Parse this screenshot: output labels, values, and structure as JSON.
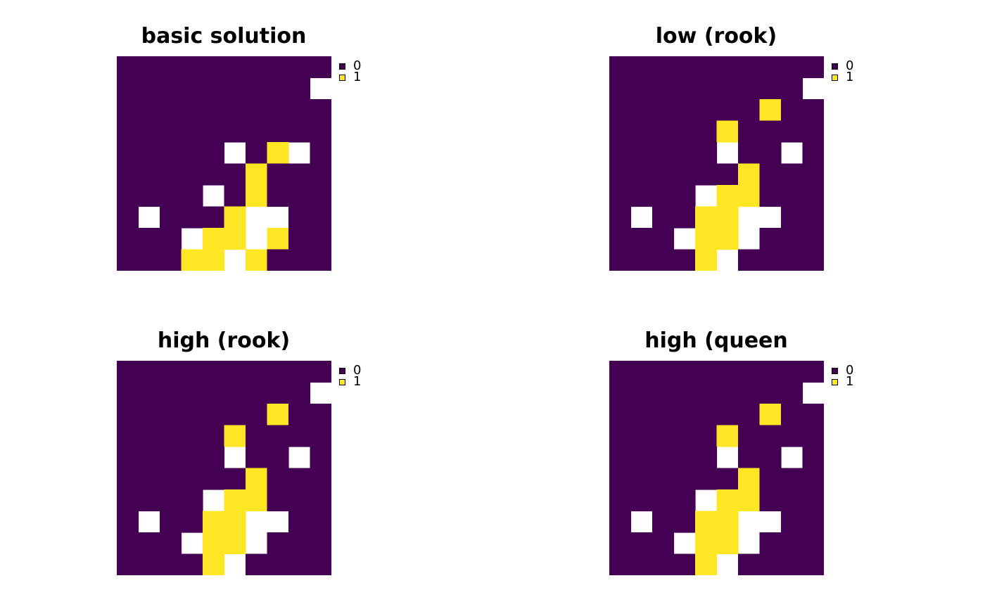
{
  "chart_data": [
    {
      "type": "heatmap",
      "title": "basic solution",
      "legend": [
        {
          "label": "0",
          "color": "#440154"
        },
        {
          "label": "1",
          "color": "#FDE725"
        }
      ],
      "values": [
        [
          0,
          0,
          0,
          0,
          0,
          0,
          0,
          0,
          0,
          0
        ],
        [
          0,
          0,
          0,
          0,
          0,
          0,
          0,
          0,
          0,
          null
        ],
        [
          0,
          0,
          0,
          0,
          0,
          0,
          0,
          0,
          0,
          0
        ],
        [
          0,
          0,
          0,
          0,
          0,
          0,
          0,
          0,
          0,
          0
        ],
        [
          0,
          0,
          0,
          0,
          0,
          null,
          0,
          1,
          null,
          0
        ],
        [
          0,
          0,
          0,
          0,
          0,
          0,
          1,
          0,
          0,
          0
        ],
        [
          0,
          0,
          0,
          0,
          null,
          0,
          1,
          0,
          0,
          0
        ],
        [
          0,
          null,
          0,
          0,
          0,
          1,
          null,
          null,
          0,
          0
        ],
        [
          0,
          0,
          0,
          null,
          1,
          1,
          null,
          1,
          0,
          0
        ],
        [
          0,
          0,
          0,
          1,
          1,
          null,
          1,
          0,
          0,
          0
        ]
      ]
    },
    {
      "type": "heatmap",
      "title": "low (rook)",
      "legend": [
        {
          "label": "0",
          "color": "#440154"
        },
        {
          "label": "1",
          "color": "#FDE725"
        }
      ],
      "values": [
        [
          0,
          0,
          0,
          0,
          0,
          0,
          0,
          0,
          0,
          0
        ],
        [
          0,
          0,
          0,
          0,
          0,
          0,
          0,
          0,
          0,
          null
        ],
        [
          0,
          0,
          0,
          0,
          0,
          0,
          0,
          1,
          0,
          0
        ],
        [
          0,
          0,
          0,
          0,
          0,
          1,
          0,
          0,
          0,
          0
        ],
        [
          0,
          0,
          0,
          0,
          0,
          null,
          0,
          0,
          null,
          0
        ],
        [
          0,
          0,
          0,
          0,
          0,
          0,
          1,
          0,
          0,
          0
        ],
        [
          0,
          0,
          0,
          0,
          null,
          1,
          1,
          0,
          0,
          0
        ],
        [
          0,
          null,
          0,
          0,
          1,
          1,
          null,
          null,
          0,
          0
        ],
        [
          0,
          0,
          0,
          null,
          1,
          1,
          null,
          0,
          0,
          0
        ],
        [
          0,
          0,
          0,
          0,
          1,
          null,
          0,
          0,
          0,
          0
        ]
      ]
    },
    {
      "type": "heatmap",
      "title": "high (rook)",
      "legend": [
        {
          "label": "0",
          "color": "#440154"
        },
        {
          "label": "1",
          "color": "#FDE725"
        }
      ],
      "values": [
        [
          0,
          0,
          0,
          0,
          0,
          0,
          0,
          0,
          0,
          0
        ],
        [
          0,
          0,
          0,
          0,
          0,
          0,
          0,
          0,
          0,
          null
        ],
        [
          0,
          0,
          0,
          0,
          0,
          0,
          0,
          1,
          0,
          0
        ],
        [
          0,
          0,
          0,
          0,
          0,
          1,
          0,
          0,
          0,
          0
        ],
        [
          0,
          0,
          0,
          0,
          0,
          null,
          0,
          0,
          null,
          0
        ],
        [
          0,
          0,
          0,
          0,
          0,
          0,
          1,
          0,
          0,
          0
        ],
        [
          0,
          0,
          0,
          0,
          null,
          1,
          1,
          0,
          0,
          0
        ],
        [
          0,
          null,
          0,
          0,
          1,
          1,
          null,
          null,
          0,
          0
        ],
        [
          0,
          0,
          0,
          null,
          1,
          1,
          null,
          0,
          0,
          0
        ],
        [
          0,
          0,
          0,
          0,
          1,
          null,
          0,
          0,
          0,
          0
        ]
      ]
    },
    {
      "type": "heatmap",
      "title": "high (queen",
      "legend": [
        {
          "label": "0",
          "color": "#440154"
        },
        {
          "label": "1",
          "color": "#FDE725"
        }
      ],
      "values": [
        [
          0,
          0,
          0,
          0,
          0,
          0,
          0,
          0,
          0,
          0
        ],
        [
          0,
          0,
          0,
          0,
          0,
          0,
          0,
          0,
          0,
          null
        ],
        [
          0,
          0,
          0,
          0,
          0,
          0,
          0,
          1,
          0,
          0
        ],
        [
          0,
          0,
          0,
          0,
          0,
          1,
          0,
          0,
          0,
          0
        ],
        [
          0,
          0,
          0,
          0,
          0,
          null,
          0,
          0,
          null,
          0
        ],
        [
          0,
          0,
          0,
          0,
          0,
          0,
          1,
          0,
          0,
          0
        ],
        [
          0,
          0,
          0,
          0,
          null,
          1,
          1,
          0,
          0,
          0
        ],
        [
          0,
          null,
          0,
          0,
          1,
          1,
          null,
          null,
          0,
          0
        ],
        [
          0,
          0,
          0,
          null,
          1,
          1,
          null,
          0,
          0,
          0
        ],
        [
          0,
          0,
          0,
          0,
          1,
          null,
          0,
          0,
          0,
          0
        ]
      ]
    }
  ]
}
